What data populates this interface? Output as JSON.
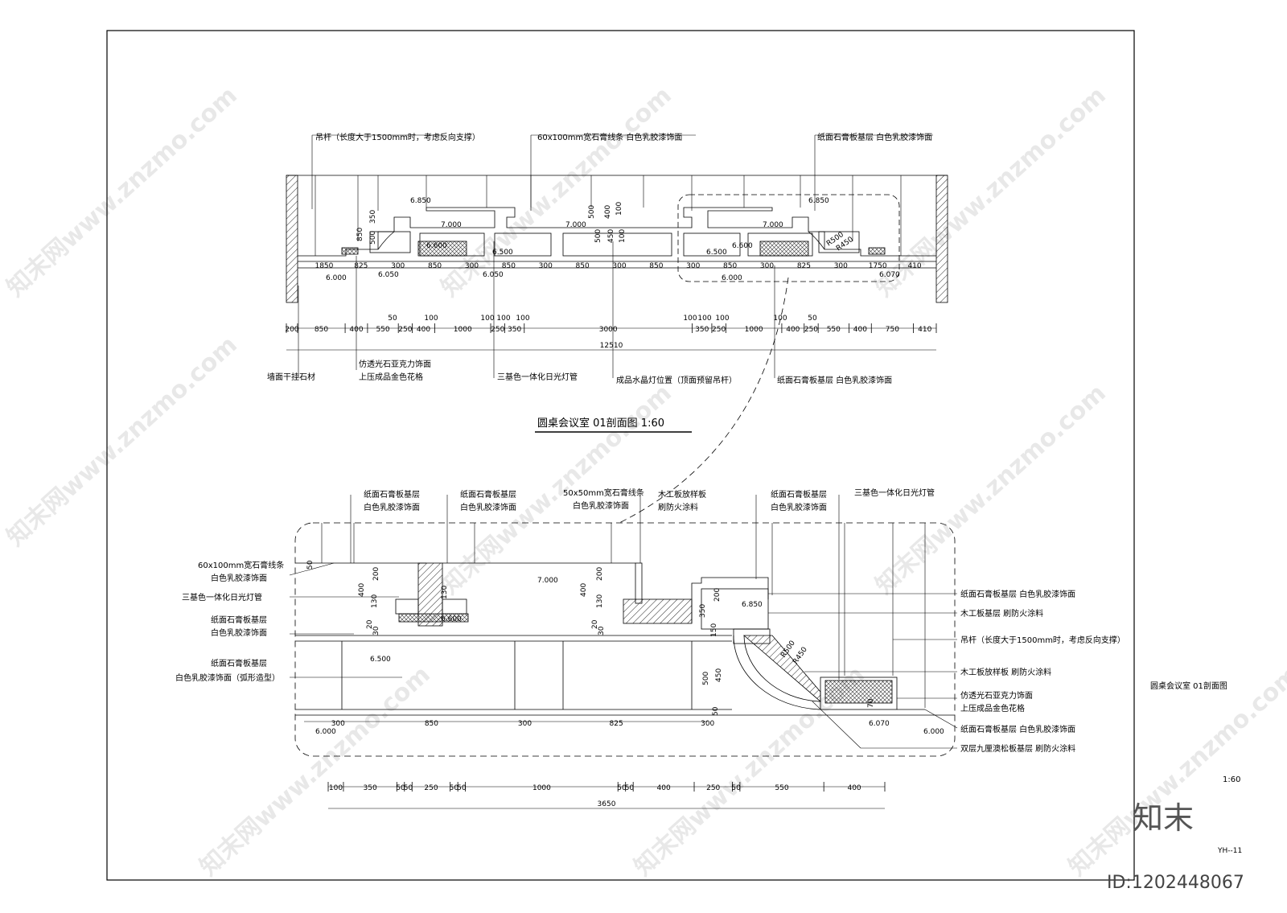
{
  "sheet": {
    "title_top": "圆桌会议室  01剖面图   1:60",
    "side_title": "圆桌会议室   01剖面图",
    "scale": "1:60",
    "sheet_no": "YH--11",
    "brand": "知末",
    "id_text": "ID:1202448067",
    "watermark": "知末网www.znzmo.com"
  },
  "upper": {
    "callouts_top": [
      "吊杆（长度大于1500mm时，考虑反向支撑）",
      "60x100mm宽石膏线条 白色乳胶漆饰面",
      "纸面石膏板基层  白色乳胶漆饰面"
    ],
    "callouts_bottom": [
      "墙面干挂石材",
      "仿透光石亚克力饰面",
      "上压成品金色花格",
      "三基色一体化日光灯管",
      "成品水晶灯位置（顶面预留吊杆）",
      "纸面石膏板基层  白色乳胶漆饰面"
    ],
    "levels": [
      "6.850",
      "7.000",
      "7.000",
      "7.000",
      "6.850",
      "6.600",
      "6.500",
      "6.500",
      "6.600",
      "6.000",
      "6.050",
      "6.050",
      "6.000",
      "6.070"
    ],
    "radii": [
      "R500",
      "R450"
    ],
    "inner_dims": [
      "1850",
      "825",
      "300",
      "850",
      "300",
      "850",
      "300",
      "850",
      "300",
      "850",
      "300",
      "850",
      "300",
      "825",
      "300",
      "1750",
      "410"
    ],
    "vert_dims": [
      "350",
      "850",
      "500",
      "500",
      "400",
      "100",
      "500",
      "450",
      "100"
    ],
    "dim_row": [
      "200",
      "850",
      "400",
      "550",
      "250",
      "400",
      "1000",
      "250",
      "350",
      "3000",
      "350",
      "250",
      "1000",
      "400",
      "250",
      "550",
      "400",
      "750",
      "410"
    ],
    "dim_small": [
      "50",
      "100",
      "100",
      "100",
      "100",
      "100",
      "100",
      "100",
      "100",
      "50"
    ],
    "total": "12510"
  },
  "lower": {
    "callouts_top": [
      "纸面石膏板基层",
      "白色乳胶漆饰面",
      "纸面石膏板基层",
      "白色乳胶漆饰面",
      "50x50mm宽石膏线条",
      "白色乳胶漆饰面",
      "木工板放样板",
      "刷防火涂料",
      "纸面石膏板基层",
      "白色乳胶漆饰面",
      "三基色一体化日光灯管"
    ],
    "callouts_left": [
      "60x100mm宽石膏线条",
      "白色乳胶漆饰面",
      "三基色一体化日光灯管",
      "纸面石膏板基层",
      "白色乳胶漆饰面",
      "纸面石膏板基层",
      "白色乳胶漆饰面（弧形造型）"
    ],
    "callouts_right": [
      "纸面石膏板基层  白色乳胶漆饰面",
      "木工板基层  刷防火涂料",
      "吊杆（长度大于1500mm时，考虑反向支撑）",
      "木工板放样板  刷防火涂料",
      "仿透光石亚克力饰面",
      "上压成品金色花格",
      "纸面石膏板基层  白色乳胶漆饰面",
      "双层九厘澳松板基层  刷防火涂料"
    ],
    "levels": [
      "7.000",
      "6.600",
      "6.500",
      "6.850",
      "6.000",
      "6.070",
      "6.000"
    ],
    "radii": [
      "R500",
      "R450"
    ],
    "inner_dims": [
      "300",
      "850",
      "300",
      "825",
      "300"
    ],
    "vert_dims": [
      "50",
      "400",
      "200",
      "130",
      "20",
      "30",
      "130",
      "400",
      "200",
      "130",
      "20",
      "30",
      "350",
      "200",
      "150",
      "500",
      "450",
      "50",
      "70"
    ],
    "dim_row": [
      "100",
      "350",
      "50",
      "50",
      "250",
      "50",
      "50",
      "1000",
      "50",
      "50",
      "400",
      "250",
      "50",
      "550",
      "400"
    ],
    "total": "3650"
  },
  "colors": {
    "line": "#000000",
    "hatch": "#333333",
    "dash": "#222222"
  }
}
